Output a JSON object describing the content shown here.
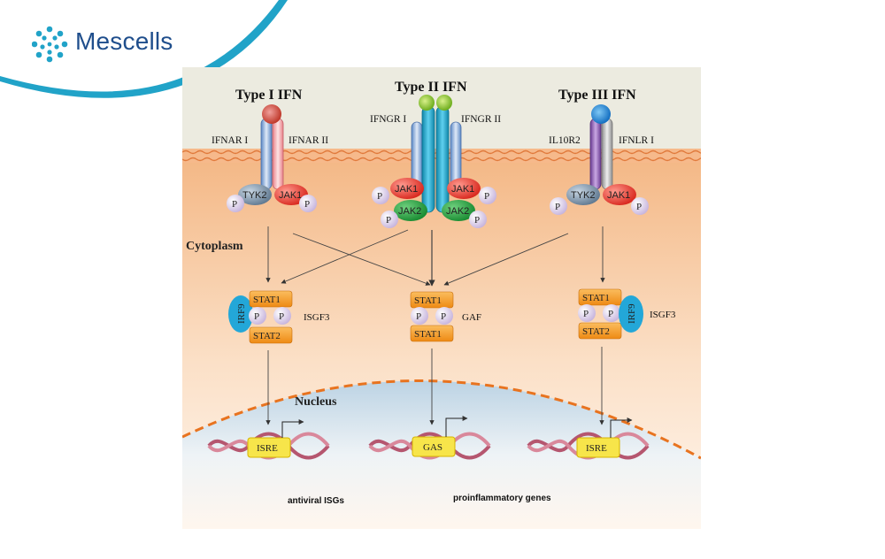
{
  "brand": {
    "name": "Mescells",
    "color": "#1f4e8c",
    "accent": "#21a3c8"
  },
  "titles": [
    "Type I IFN",
    "Type II IFN",
    "Type III IFN"
  ],
  "receptors": {
    "type1": [
      "IFNAR I",
      "IFNAR II"
    ],
    "type2": [
      "IFNGR I",
      "IFNGR II"
    ],
    "type3": [
      "IL10R2",
      "IFNLR I"
    ]
  },
  "kinases": {
    "tyk2": "TYK2",
    "jak1": "JAK1",
    "jak2": "JAK2"
  },
  "p": "P",
  "stat": {
    "stat1": "STAT1",
    "stat2": "STAT2",
    "irf9": "IRF9"
  },
  "complexes": {
    "isgf3": "ISGF3",
    "gaf": "GAF"
  },
  "compartments": {
    "cytoplasm": "Cytoplasm",
    "nucleus": "Nucleus"
  },
  "elements": {
    "isre": "ISRE",
    "gas": "GAS"
  },
  "genes": {
    "antiviral": "antiviral ISGs",
    "proinflammatory": "proinflammatory genes"
  },
  "colors": {
    "extracellular": "#ecebe0",
    "cytoplasm_top": "#f6c49a",
    "nucleus": "#c9dce8",
    "jak1": "#e2332b",
    "jak2": "#1e9a3a",
    "tyk2": "#7d93aa",
    "stat": "#f39a2b",
    "irf9": "#23a7d8",
    "p": "#d9cbe8",
    "response_box": "#f7e54a"
  }
}
